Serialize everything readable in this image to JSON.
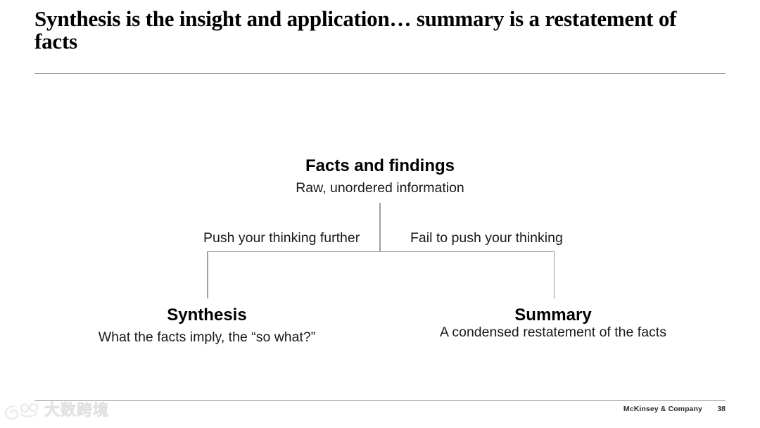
{
  "slide": {
    "title": "Synthesis is the insight and application… summary is a restatement of facts",
    "page_number": "38",
    "brand": "McKinsey & Company",
    "rule_color": "#9a9a9a",
    "connector_color": "#a0a0a0"
  },
  "diagram": {
    "root": {
      "title": "Facts and findings",
      "subtitle": "Raw, unordered information"
    },
    "branches": [
      {
        "label": "Push your thinking further"
      },
      {
        "label": "Fail to push your thinking"
      }
    ],
    "leaves": [
      {
        "title": "Synthesis",
        "subtitle": "What the facts imply, the “so what?”"
      },
      {
        "title": "Summary",
        "subtitle": "A condensed restatement of the facts"
      }
    ]
  },
  "watermark": {
    "text": "大数跨境",
    "color": "#ececec"
  }
}
